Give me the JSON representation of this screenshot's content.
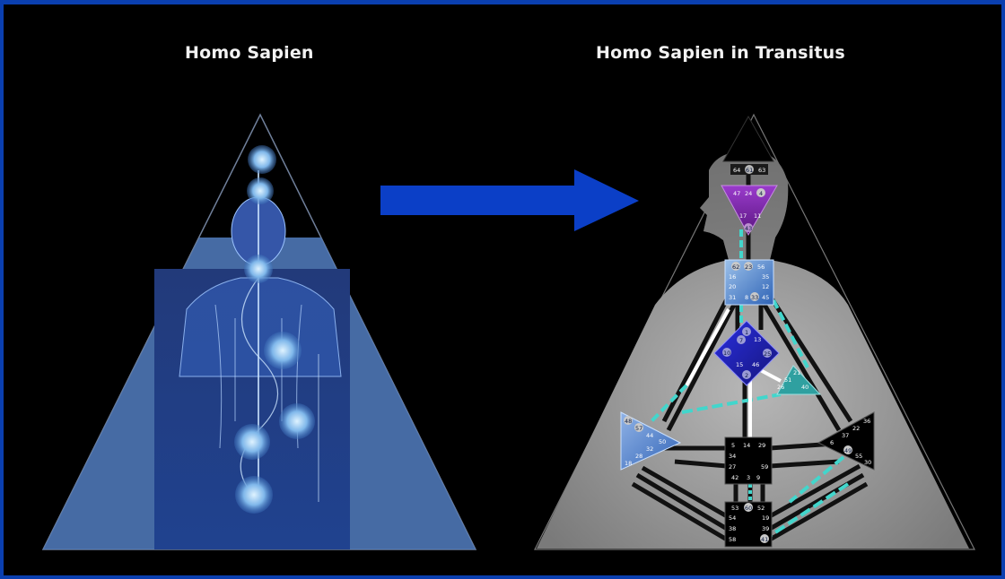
{
  "left_panel": {
    "title": "Homo Sapien"
  },
  "right_panel": {
    "title": "Homo Sapien in Transitus"
  },
  "colors": {
    "frame_border": "#0a3fb0",
    "background": "#000000",
    "arrow": "#0b3fc7",
    "left_triangle": "#4e77b6",
    "bodygraph_body": "#8d8d8d",
    "channel_defined": "#42d6cc",
    "head_center": "#8e22b8",
    "spleen_center": "#2fa0a0"
  },
  "bodygraph": {
    "head_gates": [
      "64",
      "61",
      "63"
    ],
    "ajna_gates": [
      "47",
      "24",
      "4",
      "17",
      "11",
      "43"
    ],
    "throat_gates": [
      "62",
      "23",
      "56",
      "16",
      "35",
      "20",
      "12",
      "31",
      "8",
      "33",
      "45"
    ],
    "g_gates": [
      "1",
      "7",
      "13",
      "10",
      "25",
      "15",
      "46",
      "2"
    ],
    "heart_gates": [
      "21",
      "51",
      "26",
      "40"
    ],
    "spleen_gates": [
      "48",
      "57",
      "44",
      "50",
      "32",
      "28",
      "18"
    ],
    "solar_gates": [
      "36",
      "22",
      "37",
      "6",
      "49",
      "55",
      "30"
    ],
    "sacral_gates": [
      "5",
      "14",
      "29",
      "34",
      "27",
      "59",
      "42",
      "3",
      "9"
    ],
    "root_gates": [
      "53",
      "60",
      "52",
      "54",
      "19",
      "38",
      "39",
      "58",
      "41"
    ]
  }
}
